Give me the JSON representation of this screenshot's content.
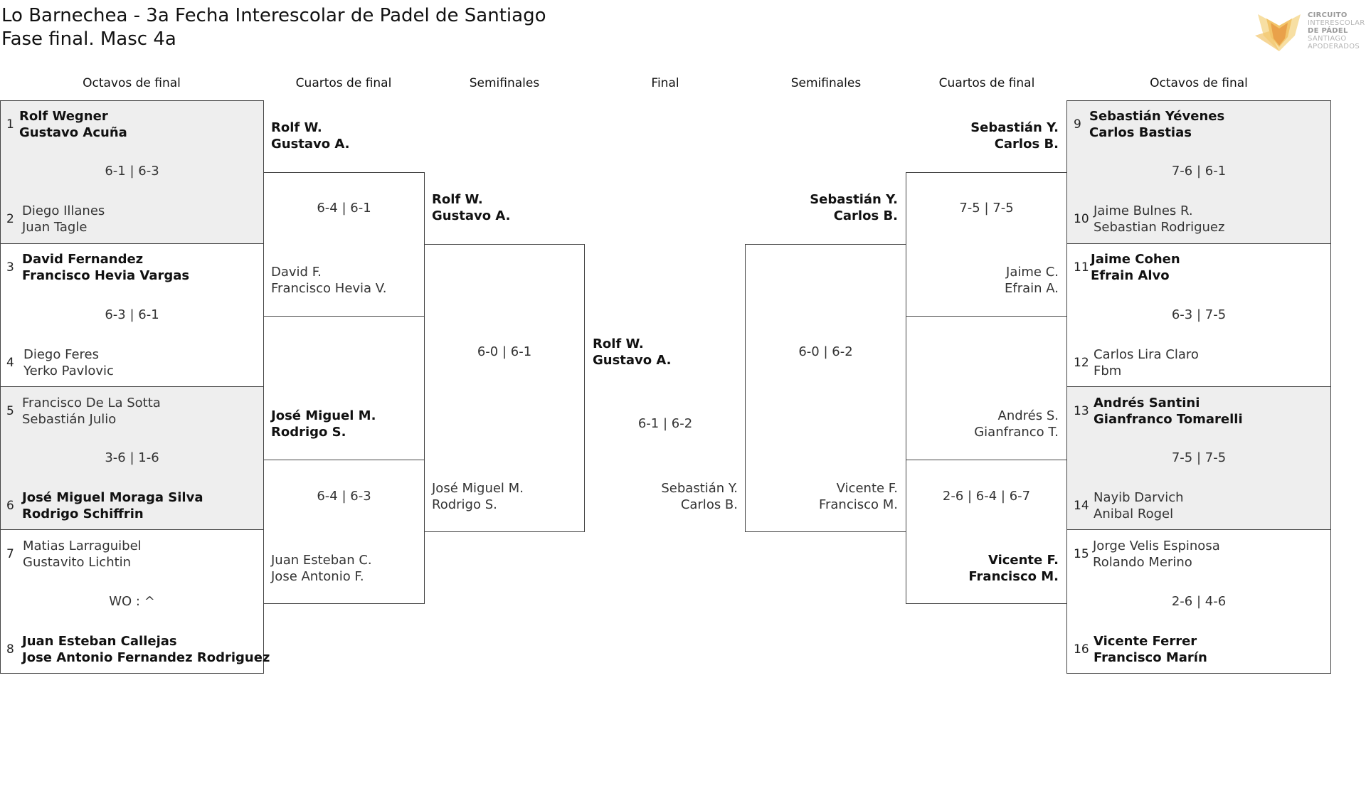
{
  "header": {
    "title": "Lo Barnechea - 3a Fecha Interescolar de Padel de Santiago",
    "subtitle": "Fase final. Masc 4a"
  },
  "logo": {
    "icon": "fox-shield-logo",
    "lines": [
      "CIRCUITO",
      "INTERESCOLAR",
      "DE PÁDEL",
      "SANTIAGO",
      "APODERADOS"
    ],
    "colors": [
      "#e9a14a",
      "#f2c56b",
      "#f7dfa3"
    ]
  },
  "rounds": {
    "left_r16": "Octavos de final",
    "left_qf": "Cuartos de final",
    "left_sf": "Semifinales",
    "final": "Final",
    "right_sf": "Semifinales",
    "right_qf": "Cuartos de final",
    "right_r16": "Octavos de final"
  },
  "left_r16": [
    {
      "seed_a": "1",
      "a1": "Rolf Wegner",
      "a2": "Gustavo Acuña",
      "score": "6-1 | 6-3",
      "seed_b": "2",
      "b1": "Diego Illanes",
      "b2": "Juan Tagle",
      "winner": "a"
    },
    {
      "seed_a": "3",
      "a1": "David Fernandez",
      "a2": "Francisco Hevia Vargas",
      "score": "6-3 | 6-1",
      "seed_b": "4",
      "b1": "Diego Feres",
      "b2": "Yerko Pavlovic",
      "winner": "a"
    },
    {
      "seed_a": "5",
      "a1": "Francisco De La Sotta",
      "a2": "Sebastián Julio",
      "score": "3-6 | 1-6",
      "seed_b": "6",
      "b1": "José Miguel Moraga Silva",
      "b2": "Rodrigo Schiffrin",
      "winner": "b"
    },
    {
      "seed_a": "7",
      "a1": "Matias Larraguibel",
      "a2": "Gustavito Lichtin",
      "score": "WO : ^",
      "seed_b": "8",
      "b1": "Juan Esteban Callejas",
      "b2": "Jose Antonio Fernandez Rodriguez",
      "winner": "b"
    }
  ],
  "left_qf": [
    {
      "a1": "Rolf W.",
      "a2": "Gustavo A.",
      "score": "6-4 | 6-1",
      "b1": "David F.",
      "b2": "Francisco Hevia V.",
      "winner": "a"
    },
    {
      "a1": "José Miguel M.",
      "a2": "Rodrigo S.",
      "score": "6-4 | 6-3",
      "b1": "Juan Esteban C.",
      "b2": "Jose Antonio F.",
      "winner": "a"
    }
  ],
  "left_sf": {
    "a1": "Rolf W.",
    "a2": "Gustavo A.",
    "score": "6-0 | 6-1",
    "b1": "José Miguel M.",
    "b2": "Rodrigo S.",
    "winner": "a"
  },
  "final": {
    "a1": "Rolf W.",
    "a2": "Gustavo A.",
    "score": "6-1 | 6-2",
    "b1": "Sebastián Y.",
    "b2": "Carlos B.",
    "winner": "a"
  },
  "right_sf": {
    "a1": "Sebastián Y.",
    "a2": "Carlos B.",
    "score": "6-0 | 6-2",
    "b1": "Vicente F.",
    "b2": "Francisco M.",
    "winner": "a"
  },
  "right_qf": [
    {
      "a1": "Sebastián Y.",
      "a2": "Carlos B.",
      "score": "7-5 | 7-5",
      "b1": "Jaime C.",
      "b2": "Efrain A.",
      "winner": "a"
    },
    {
      "a1": "Andrés S.",
      "a2": "Gianfranco T.",
      "score": "2-6 | 6-4 | 6-7",
      "b1": "Vicente F.",
      "b2": "Francisco M.",
      "winner": "b"
    }
  ],
  "right_r16": [
    {
      "seed_a": "9",
      "a1": "Sebastián Yévenes",
      "a2": "Carlos Bastias",
      "score": "7-6 | 6-1",
      "seed_b": "10",
      "b1": "Jaime Bulnes R.",
      "b2": "Sebastian Rodriguez",
      "winner": "a"
    },
    {
      "seed_a": "11",
      "a1": "Jaime Cohen",
      "a2": "Efrain Alvo",
      "score": "6-3 | 7-5",
      "seed_b": "12",
      "b1": "Carlos Lira Claro",
      "b2": "Fbm",
      "winner": "a"
    },
    {
      "seed_a": "13",
      "a1": "Andrés Santini",
      "a2": "Gianfranco Tomarelli",
      "score": "7-5 | 7-5",
      "seed_b": "14",
      "b1": "Nayib Darvich",
      "b2": "Anibal Rogel",
      "winner": "a"
    },
    {
      "seed_a": "15",
      "a1": "Jorge Velis Espinosa",
      "a2": "Rolando Merino",
      "score": "2-6 | 4-6",
      "seed_b": "16",
      "b1": "Vicente Ferrer",
      "b2": "Francisco Marín",
      "winner": "b"
    }
  ]
}
